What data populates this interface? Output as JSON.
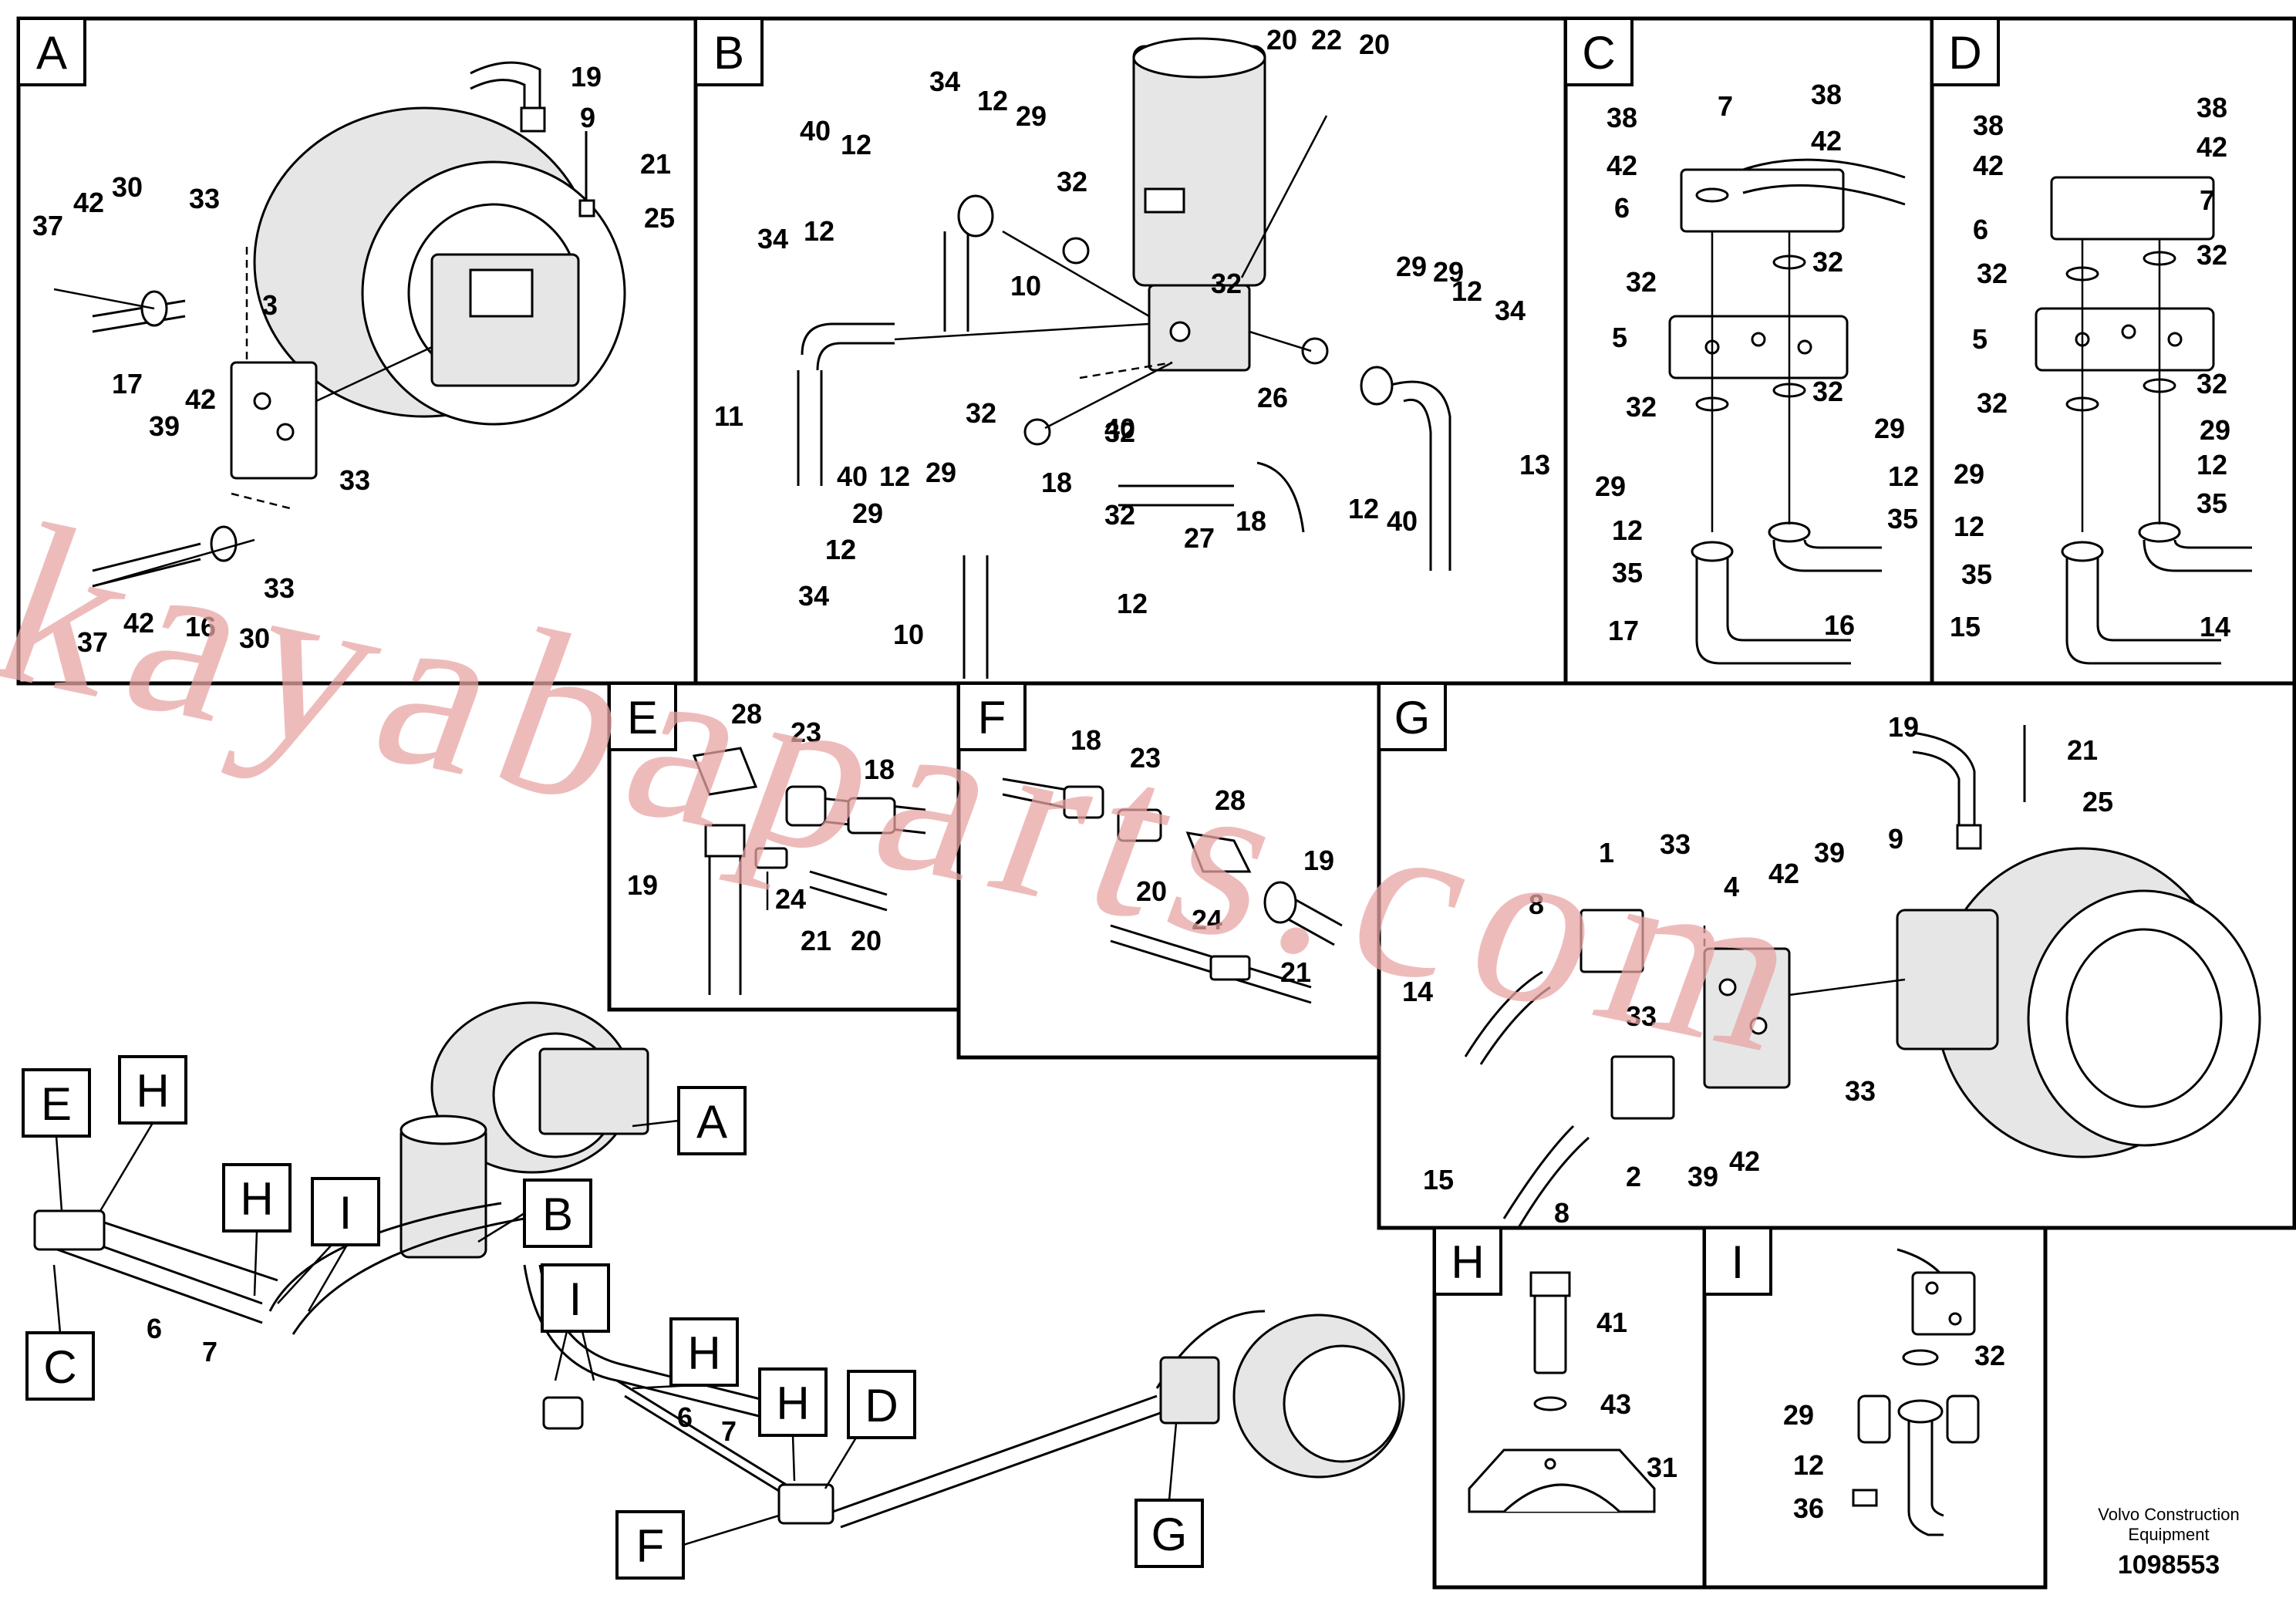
{
  "panels": {
    "A": {
      "letter": "A",
      "callouts": [
        "19",
        "9",
        "21",
        "25",
        "37",
        "42",
        "30",
        "33",
        "3",
        "17",
        "42",
        "39",
        "33",
        "37",
        "42",
        "16",
        "30",
        "33"
      ]
    },
    "B": {
      "letter": "B",
      "callouts": [
        "34",
        "12",
        "29",
        "40",
        "12",
        "32",
        "20",
        "22",
        "20",
        "29",
        "10",
        "34",
        "12",
        "11",
        "32",
        "40",
        "12",
        "29",
        "32",
        "26",
        "29",
        "12",
        "32",
        "18",
        "27",
        "18",
        "12",
        "34",
        "10",
        "12",
        "40",
        "32",
        "29",
        "12",
        "34",
        "12",
        "40",
        "13"
      ]
    },
    "C": {
      "letter": "C",
      "callouts": [
        "38",
        "7",
        "38",
        "42",
        "42",
        "6",
        "32",
        "32",
        "5",
        "32",
        "32",
        "29",
        "29",
        "12",
        "12",
        "35",
        "35",
        "17",
        "16"
      ]
    },
    "D": {
      "letter": "D",
      "callouts": [
        "38",
        "38",
        "42",
        "42",
        "7",
        "6",
        "32",
        "32",
        "5",
        "32",
        "32",
        "29",
        "29",
        "12",
        "12",
        "35",
        "35",
        "15",
        "14"
      ]
    },
    "E": {
      "letter": "E",
      "callouts": [
        "28",
        "23",
        "18",
        "19",
        "24",
        "21",
        "20"
      ]
    },
    "F": {
      "letter": "F",
      "callouts": [
        "18",
        "23",
        "28",
        "19",
        "20",
        "24",
        "21"
      ]
    },
    "G": {
      "letter": "G",
      "callouts": [
        "19",
        "21",
        "25",
        "9",
        "1",
        "33",
        "39",
        "4",
        "42",
        "8",
        "14",
        "33",
        "15",
        "8",
        "2",
        "39",
        "42",
        "33"
      ]
    },
    "H": {
      "letter": "H",
      "callouts": [
        "41",
        "43",
        "31"
      ]
    },
    "I": {
      "letter": "I",
      "callouts": [
        "32",
        "29",
        "12",
        "36"
      ]
    }
  },
  "overview": {
    "labels": [
      "E",
      "H",
      "C",
      "H",
      "I",
      "A",
      "B",
      "I",
      "H",
      "H",
      "D",
      "F",
      "G"
    ],
    "numbers": [
      "6",
      "7",
      "6",
      "7"
    ]
  },
  "watermark": "kayabaparts.com",
  "footer": {
    "line1": "Volvo Construction",
    "line2": "Equipment",
    "ref": "1098553"
  }
}
